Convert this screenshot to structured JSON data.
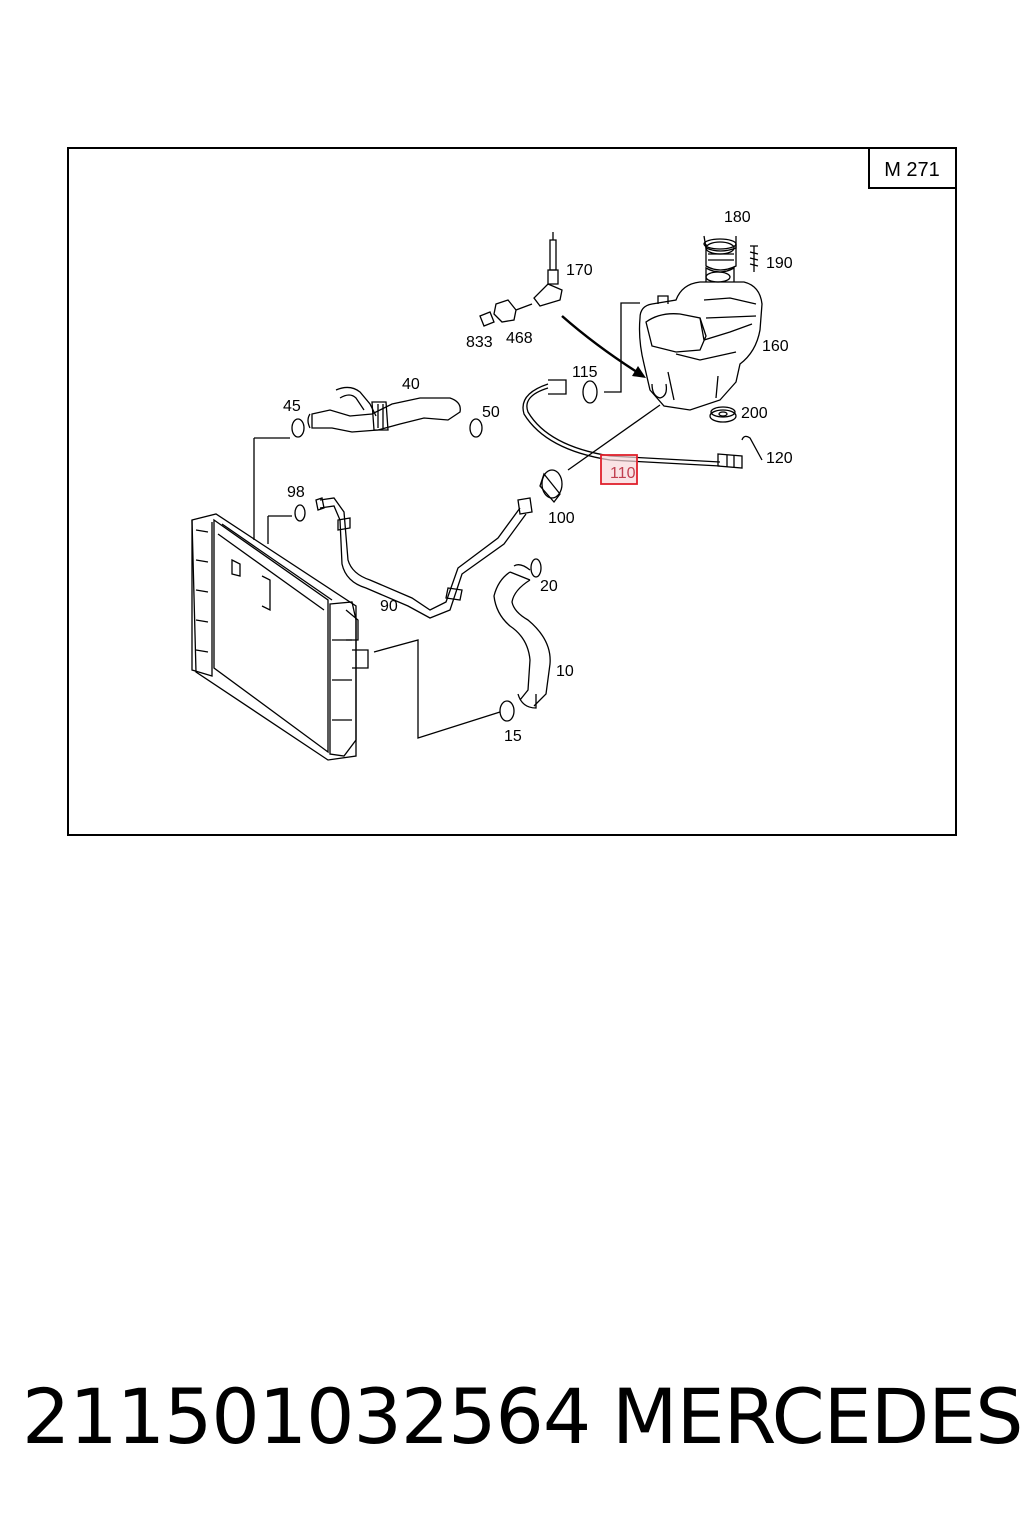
{
  "diagram": {
    "engine_code": "M 271",
    "highlighted_part": "110",
    "callouts": {
      "c180": "180",
      "c190": "190",
      "c170": "170",
      "c833": "833",
      "c468": "468",
      "c160": "160",
      "c115": "115",
      "c200": "200",
      "c40": "40",
      "c45": "45",
      "c50": "50",
      "c110": "110",
      "c120": "120",
      "c98": "98",
      "c100": "100",
      "c20": "20",
      "c90": "90",
      "c10": "10",
      "c15": "15"
    }
  },
  "footer": {
    "part_number": "211501032564",
    "brand": "MERCEDES"
  },
  "colors": {
    "line": "#000000",
    "highlight_border": "#e0202c",
    "highlight_fill": "#f8d7da"
  }
}
